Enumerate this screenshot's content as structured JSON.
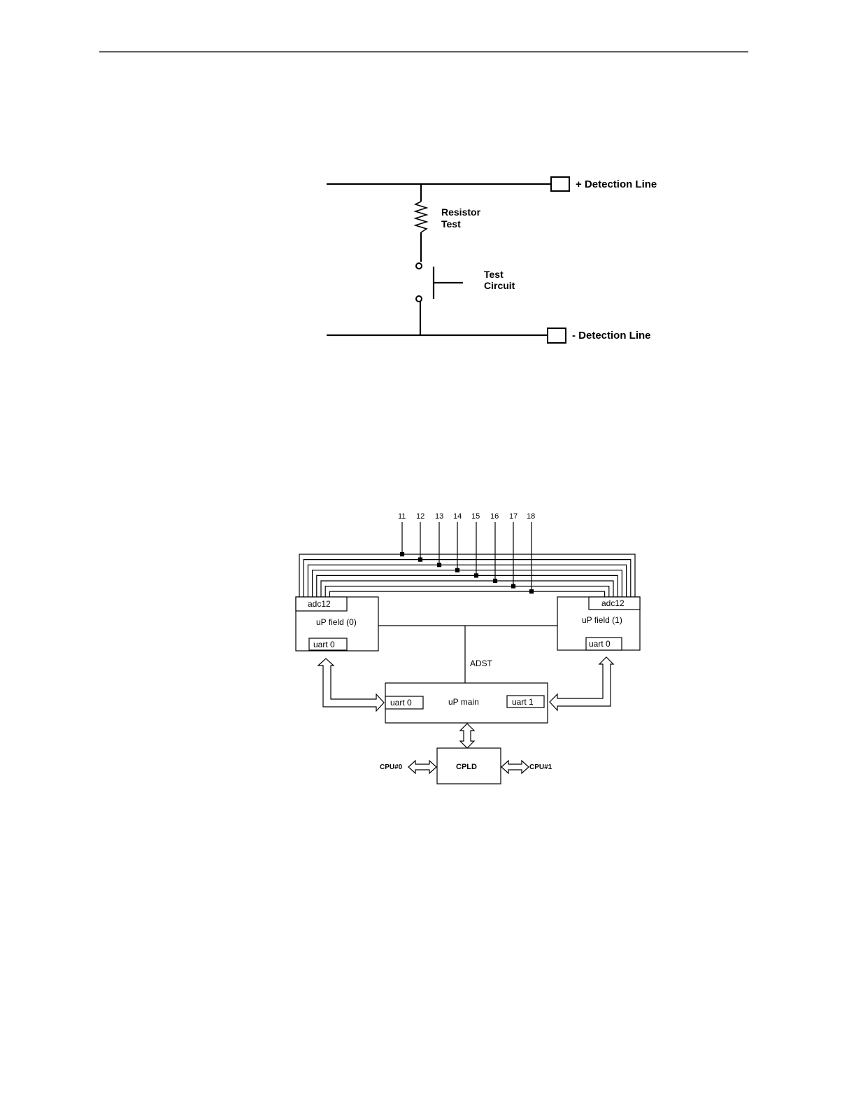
{
  "circuit": {
    "plus_line_label": "+ Detection Line",
    "minus_line_label": "- Detection Line",
    "resistor_label_line1": "Resistor",
    "resistor_label_line2": "Test",
    "switch_label_line1": "Test",
    "switch_label_line2": "Circuit"
  },
  "block": {
    "lines": [
      "11",
      "12",
      "13",
      "14",
      "15",
      "16",
      "17",
      "18"
    ],
    "left_adc": "adc12",
    "left_field": "uP field (0)",
    "left_uart": "uart 0",
    "right_adc": "adc12",
    "right_field": "uP field (1)",
    "right_uart": "uart 0",
    "adst": "ADST",
    "main_uart0": "uart 0",
    "main_label": "uP main",
    "main_uart1": "uart 1",
    "cpld": "CPLD",
    "cpu0": "CPU#0",
    "cpu1": "CPU#1"
  }
}
